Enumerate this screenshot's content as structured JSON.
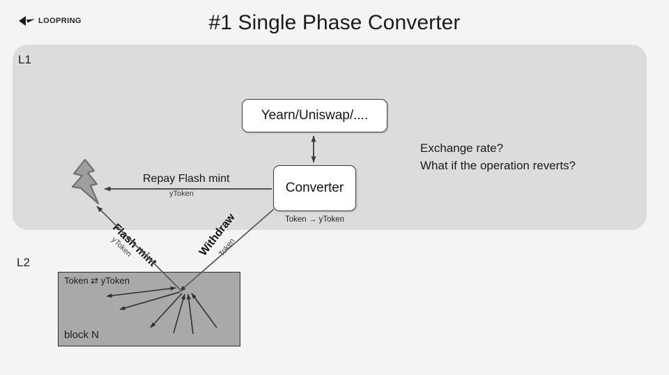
{
  "slide": {
    "title": "#1 Single Phase Converter",
    "background_color": "#f4f4f4"
  },
  "logo": {
    "name": "LOOPRING",
    "mark": "loopring-arrow-mark",
    "color": "#222222"
  },
  "layers": {
    "l1": {
      "label": "L1",
      "fill_color": "#dcdcdc"
    },
    "l2": {
      "label": "L2",
      "block": {
        "top_label": "Token ⇄ yToken",
        "bottom_label": "block N",
        "fill_color": "#a9a9a9",
        "border_color": "#2a2a2a"
      }
    }
  },
  "nodes": {
    "yearn": {
      "label": "Yearn/Uniswap/....",
      "fill_color": "#ffffff"
    },
    "converter": {
      "label": "Converter",
      "sublabel": "Token → yToken",
      "fill_color": "#ffffff"
    },
    "lightning": {
      "name": "lightning-bolt-icon",
      "fill_color": "#9a9a9a",
      "stroke_color": "#6a6a6a"
    }
  },
  "edges": {
    "repay": {
      "label": "Repay Flash mint",
      "sublabel": "yToken"
    },
    "flash_mint": {
      "label": "Flash mint",
      "sublabel": "yToken"
    },
    "withdraw": {
      "label": "Withdraw",
      "sublabel": "Token"
    },
    "converter_yearn": {
      "name": "bidirectional-connector"
    }
  },
  "notes": {
    "line1": "Exchange rate?",
    "line2": "What if the operation reverts?"
  }
}
